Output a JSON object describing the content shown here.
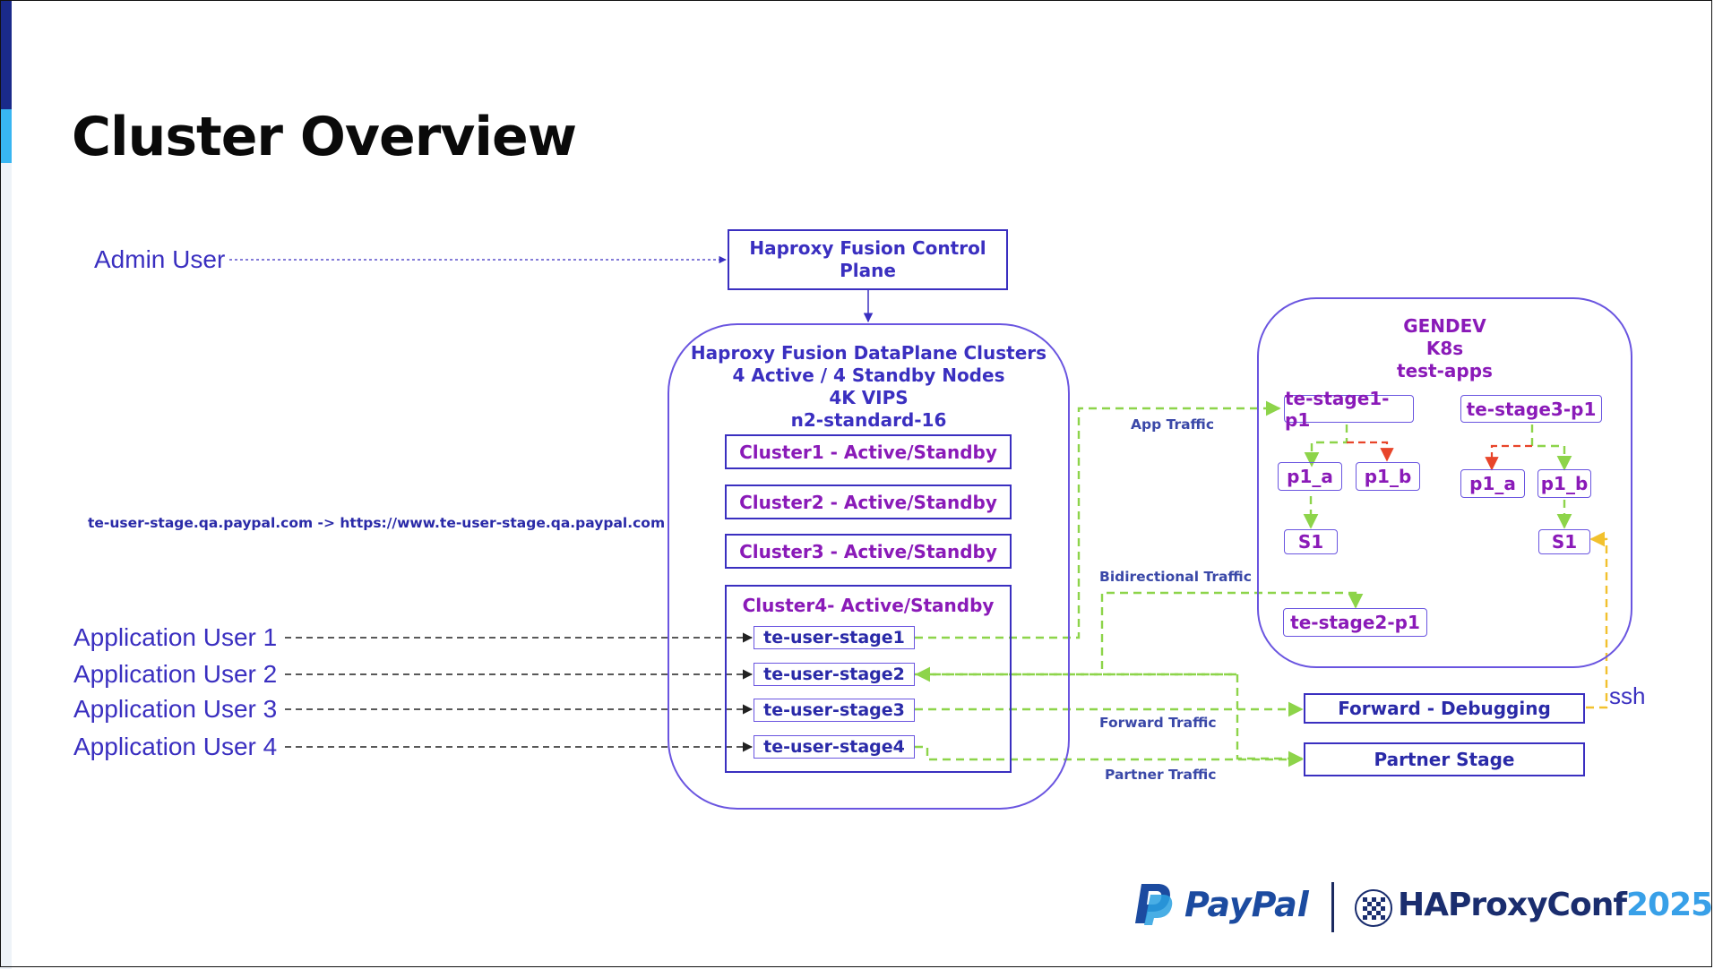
{
  "title": "Cluster Overview",
  "admin_user": "Admin User",
  "control_plane": "Haproxy Fusion Control Plane",
  "dataplane": {
    "line1": "Haproxy Fusion DataPlane Clusters",
    "line2": "4 Active / 4 Standby Nodes",
    "line3": "4K VIPS",
    "line4": "n2-standard-16"
  },
  "clusters": [
    "Cluster1 - Active/Standby",
    "Cluster2 - Active/Standby",
    "Cluster3 - Active/Standby",
    "Cluster4- Active/Standby"
  ],
  "stages": [
    "te-user-stage1",
    "te-user-stage2",
    "te-user-stage3",
    "te-user-stage4"
  ],
  "app_users": [
    "Application User 1",
    "Application User 2",
    "Application User 3",
    "Application User 4"
  ],
  "url_mapping": "te-user-stage.qa.paypal.com -> https://www.te-user-stage.qa.paypal.com",
  "gendev": {
    "line1": "GENDEV",
    "line2": "K8s",
    "line3": "test-apps",
    "stage1": "te-stage1-p1",
    "stage3": "te-stage3-p1",
    "stage2": "te-stage2-p1",
    "p1a": "p1_a",
    "p1b": "p1_b",
    "s1": "S1"
  },
  "traffic": {
    "app": "App Traffic",
    "bidirectional": "Bidirectional Traffic",
    "forward": "Forward Traffic",
    "partner": "Partner Traffic"
  },
  "forward_debugging": "Forward - Debugging",
  "partner_stage": "Partner Stage",
  "ssh": "ssh",
  "logos": {
    "paypal": "PayPal",
    "haproxy": "HAProxyConf",
    "haproxy_year": "2025"
  },
  "colors": {
    "primary": "#3a2fc0",
    "cluster_text": "#8a1ab8",
    "green_arrow": "#8dd44a",
    "red_arrow": "#e8452a",
    "yellow_arrow": "#f2c12e"
  }
}
